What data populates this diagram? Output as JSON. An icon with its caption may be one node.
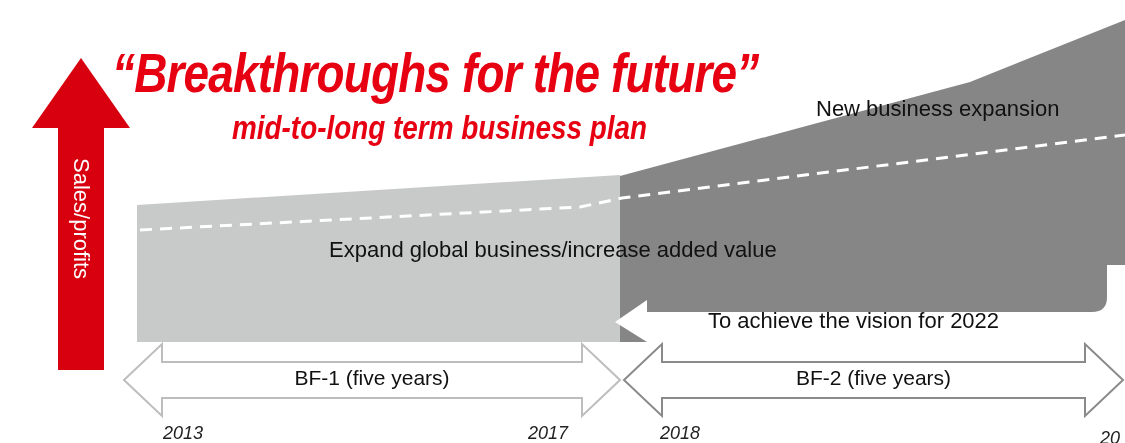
{
  "diagram": {
    "title": "“Breakthroughs for the future”",
    "nodes": [
      {
        "text": [
          "Sales/profits"
        ]
      },
      {
        "text": [
          "New business expansion"
        ]
      },
      {
        "text": [
          "Expand global business/increase added value"
        ]
      },
      {
        "text": [
          "To achieve the vision for 2022"
        ],
        "in": 2
      },
      {
        "text": [
          "BF-1 (five years)"
        ],
        "beside": [
          "2013",
          "2017"
        ]
      },
      {
        "text": [
          "BF-2 (five years)"
        ],
        "beside": [
          "2018",
          "20"
        ]
      }
    ],
    "edges": [],
    "labels": [
      "mid-to-long term business plan"
    ]
  }
}
